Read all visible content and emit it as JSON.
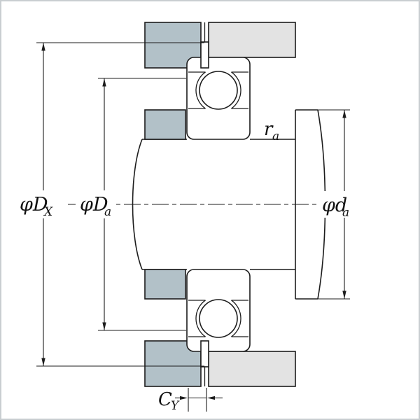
{
  "figure": {
    "type": "bearing-mounting-cross-section-diagram",
    "colors": {
      "housing": "#b2c1c8",
      "cover": "#e3e3e3",
      "outline": "#1c1c1c",
      "background": "#ffffff"
    },
    "labels": {
      "DX": {
        "main": "φD",
        "sub": "X"
      },
      "Da": {
        "main": "φD",
        "sub": "a"
      },
      "da": {
        "main": "φd",
        "sub": "a"
      },
      "ra": {
        "main": "r",
        "sub": "a"
      },
      "CY": {
        "main": "C",
        "sub": "Y"
      }
    }
  }
}
